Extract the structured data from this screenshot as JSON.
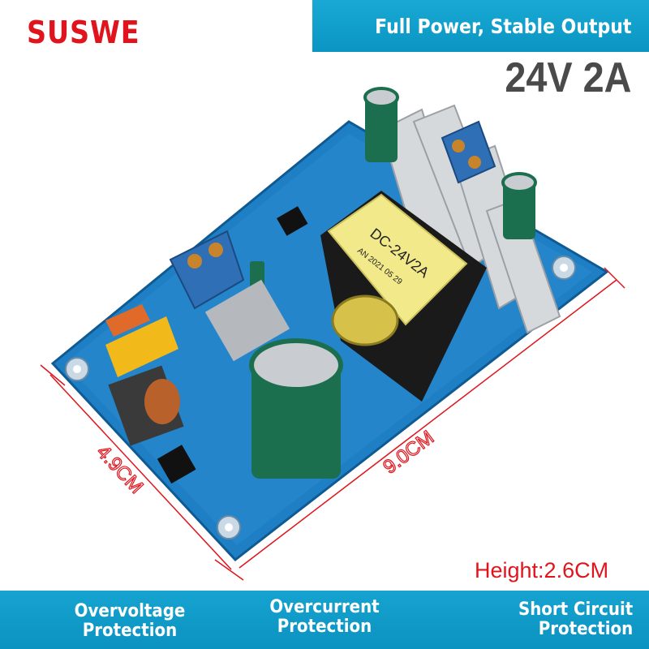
{
  "brand": "SUSWE",
  "top_banner": "Full Power, Stable Output",
  "spec": "24V 2A",
  "transformer_label": [
    "DC-24V2A",
    "AN 2021 05 29"
  ],
  "dimensions": {
    "width": "4.9CM",
    "length": "9.0CM",
    "height": "Height:2.6CM"
  },
  "features": [
    {
      "line1": "Overvoltage",
      "line2": "Protection"
    },
    {
      "line1": "Overcurrent",
      "line2": "Protection"
    },
    {
      "line1": "Short Circuit",
      "line2": "Protection"
    }
  ],
  "colors": {
    "brand_red": "#e0141c",
    "banner_blue": "#0f9ccb",
    "pcb_blue": "#1f7fc4"
  }
}
